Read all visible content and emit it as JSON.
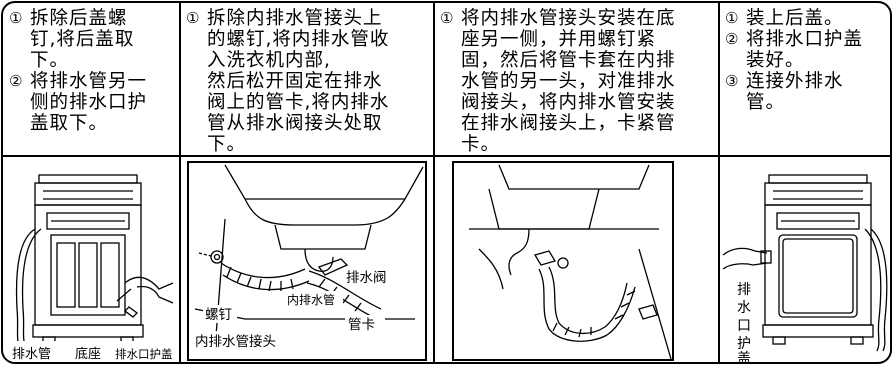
{
  "steps": [
    {
      "items": [
        {
          "num": "①",
          "text": "拆除后盖螺\n钉,将后盖取\n下。"
        },
        {
          "num": "②",
          "text": "将排水管另一\n侧的排水口护\n盖取下。"
        }
      ]
    },
    {
      "items": [
        {
          "num": "①",
          "text": "拆除内排水管接头上\n的螺钉,将内排水管收\n入洗衣机内部,\n然后松开固定在排水\n阀上的管卡,将内排水\n管从排水阀接头处取\n下。"
        }
      ]
    },
    {
      "items": [
        {
          "num": "①",
          "text": "将内排水管接头安装在底\n座另一侧，并用螺钉紧\n固，然后将管卡套在内排\n水管的另一头，对准排水\n阀接头，将内排水管安装\n在排水阀接头上，卡紧管\n卡。"
        }
      ]
    },
    {
      "items": [
        {
          "num": "①",
          "text": "装上后盖。"
        },
        {
          "num": "②",
          "text": "将排水口护盖\n装好。"
        },
        {
          "num": "③",
          "text": "连接外排水\n管。"
        }
      ]
    }
  ],
  "figures": {
    "fig1": {
      "drain_hose": "排水管",
      "base": "底座",
      "outlet_cover": "排水口护盖"
    },
    "fig2": {
      "inner_hose": "内排水管",
      "drain_valve": "排水阀",
      "screw": "螺钉",
      "clamp": "管卡",
      "connector": "内排水管接头"
    },
    "fig4": {
      "outlet_cover_vertical": [
        "排",
        "水",
        "口",
        "护",
        "盖"
      ]
    }
  }
}
